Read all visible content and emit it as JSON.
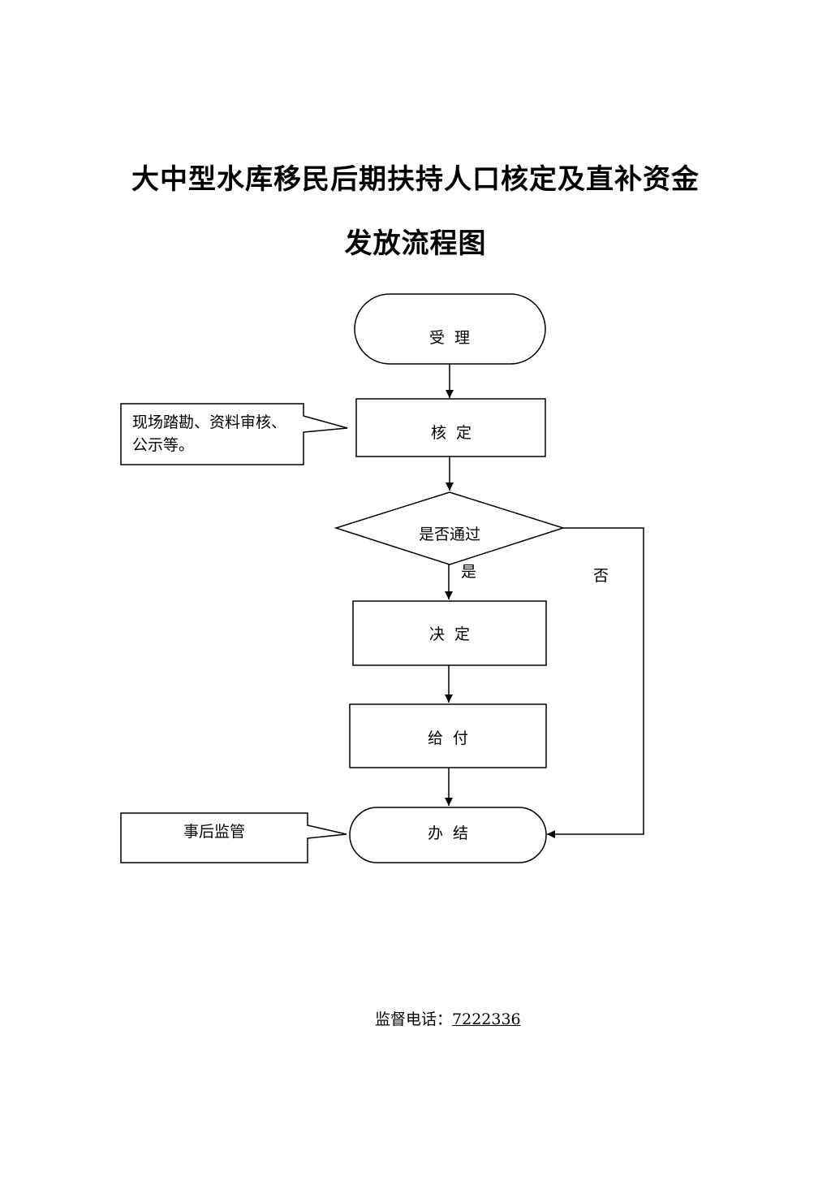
{
  "title": {
    "line1": "大中型水库移民后期扶持人口核定及直补资金",
    "line2": "发放流程图"
  },
  "nodes": {
    "accept": "受  理",
    "verify": "核  定",
    "pass_check": "是否通过",
    "decide": "决  定",
    "pay": "给  付",
    "finish": "办  结"
  },
  "edge_labels": {
    "yes": "是",
    "no": "否"
  },
  "notes": {
    "verify_note_line1": "现场踏勘、资料审核、",
    "verify_note_line2": "公示等。",
    "finish_note": "事后监管"
  },
  "footer": {
    "label": "监督电话：",
    "phone": "7222336"
  }
}
